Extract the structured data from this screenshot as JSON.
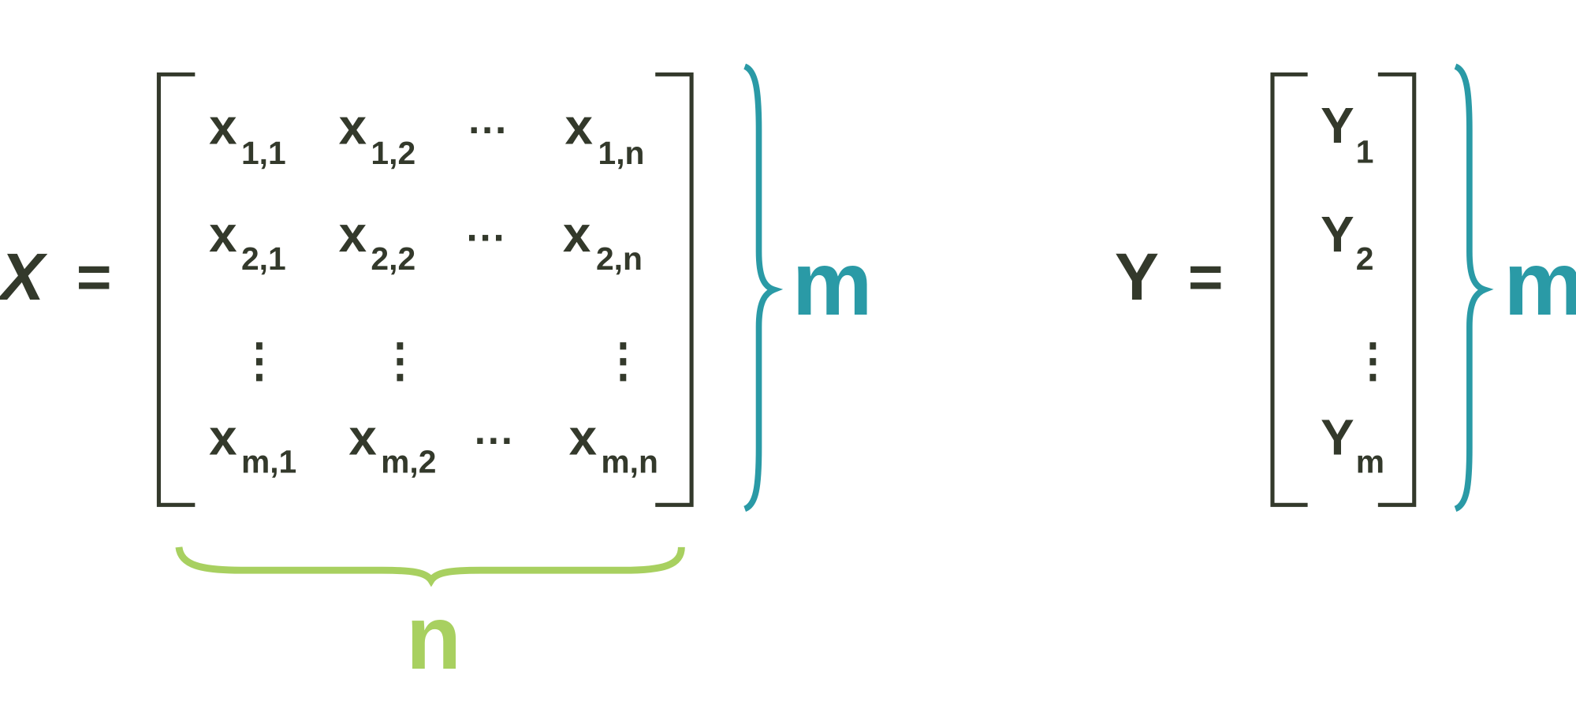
{
  "colors": {
    "ink": "#33392b",
    "rows_brace": "#2a9aa6",
    "cols_brace": "#a8d060"
  },
  "matrix_x": {
    "name": "X",
    "equals": "=",
    "rows": [
      [
        {
          "base": "x",
          "sub": "1,1"
        },
        {
          "base": "x",
          "sub": "1,2"
        },
        {
          "base": "···",
          "sub": ""
        },
        {
          "base": "x",
          "sub": "1,n"
        }
      ],
      [
        {
          "base": "x",
          "sub": "2,1"
        },
        {
          "base": "x",
          "sub": "2,2"
        },
        {
          "base": "···",
          "sub": ""
        },
        {
          "base": "x",
          "sub": "2,n"
        }
      ],
      [
        {
          "base": "⋮",
          "sub": ""
        },
        {
          "base": "⋮",
          "sub": ""
        },
        {
          "base": "",
          "sub": ""
        },
        {
          "base": "⋮",
          "sub": ""
        }
      ],
      [
        {
          "base": "x",
          "sub": "m,1"
        },
        {
          "base": "x",
          "sub": "m,2"
        },
        {
          "base": "···",
          "sub": ""
        },
        {
          "base": "x",
          "sub": "m,n"
        }
      ]
    ],
    "rows_label": "m",
    "cols_label": "n"
  },
  "vector_y": {
    "name": "Y",
    "equals": "=",
    "rows": [
      {
        "base": "Y",
        "sub": "1"
      },
      {
        "base": "Y",
        "sub": "2"
      },
      {
        "base": "⋮",
        "sub": ""
      },
      {
        "base": "Y",
        "sub": "m"
      }
    ],
    "rows_label": "m"
  }
}
